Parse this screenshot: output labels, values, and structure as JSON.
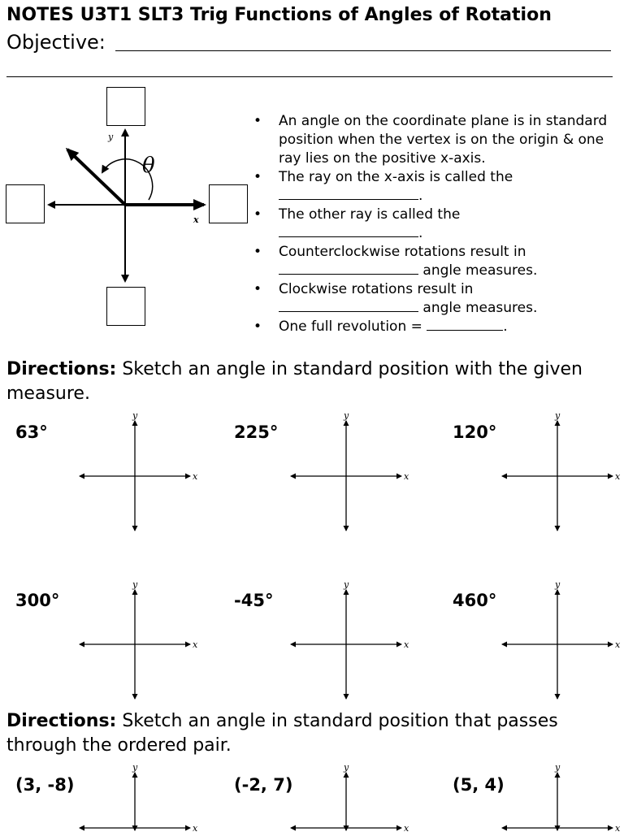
{
  "header": {
    "title": "NOTES U3T1 SLT3 Trig Functions of Angles of Rotation",
    "objective_label": "Objective:"
  },
  "diagram": {
    "y_label": "y",
    "x_label": "x",
    "theta_label": "θ"
  },
  "bullets": [
    {
      "text": "An angle on the coordinate plane is in standard position when the vertex is on the origin & one ray lies on the positive x-axis."
    },
    {
      "before": "The ray on the x-axis is called the",
      "after": "."
    },
    {
      "before": "The other ray is called the",
      "after": "."
    },
    {
      "before": "Counterclockwise rotations result in",
      "after": "angle measures."
    },
    {
      "before": "Clockwise rotations result in",
      "after": "angle measures."
    },
    {
      "before": "One full revolution =",
      "after": "."
    }
  ],
  "sections": [
    {
      "heading": "Directions:",
      "text": "Sketch an angle in standard position with the given measure.",
      "items": [
        "63°",
        "225°",
        "120°",
        "300°",
        "-45°",
        "460°"
      ]
    },
    {
      "heading": "Directions:",
      "text": "Sketch an angle in standard position that passes through the ordered pair.",
      "items": [
        "(3, -8)",
        "(-2, 7)",
        "(5, 4)"
      ]
    }
  ],
  "axis_labels": {
    "x": "x",
    "y": "y"
  }
}
